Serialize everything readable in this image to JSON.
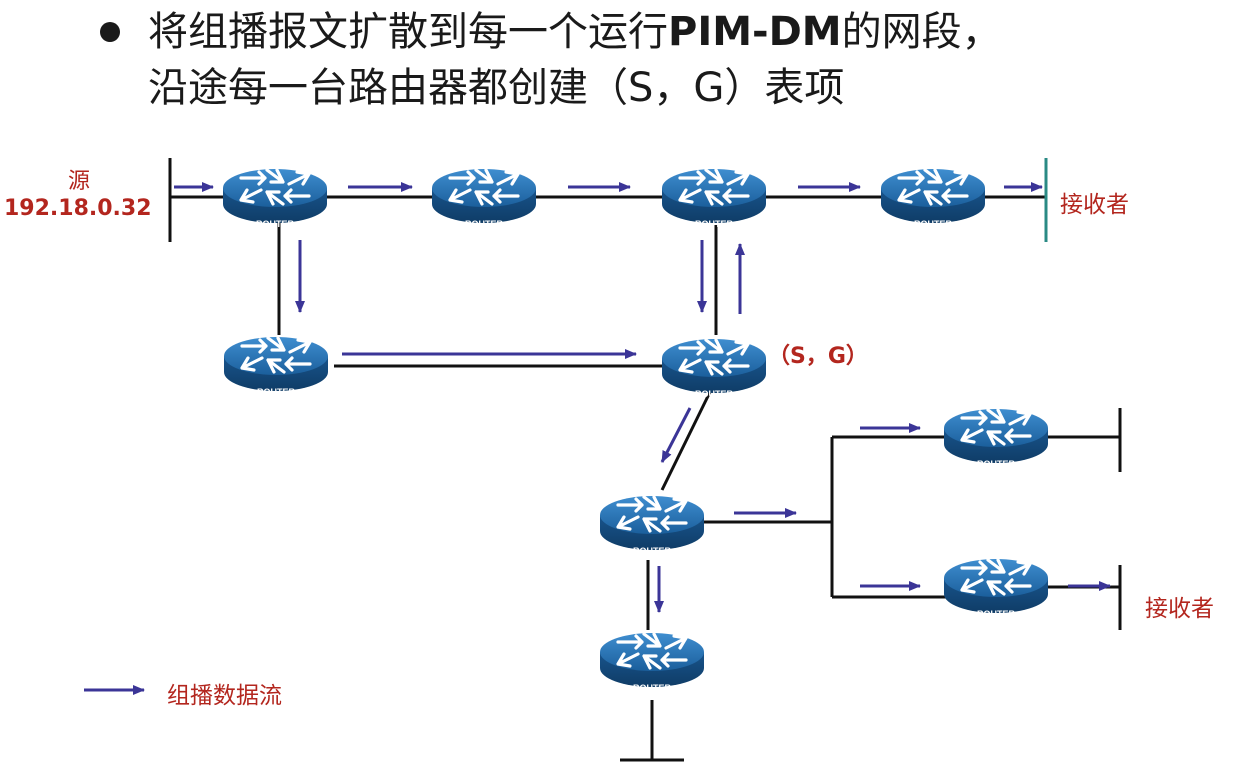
{
  "title": {
    "line1_a": "将组播报文扩散到每一个运行",
    "line1_b": "PIM-DM",
    "line1_c": "的网段，",
    "line2": "沿途每一台路由器都创建（S，G）表项"
  },
  "source": {
    "label": "源",
    "ip": "192.18.0.32"
  },
  "receiver_label": "接收者",
  "sg_label": "（S，G）",
  "router_label": "ROUTER",
  "legend": {
    "label": "组播数据流",
    "icon": "arrow-right-icon"
  },
  "colors": {
    "arrow": "#3b3597",
    "label_red": "#b3261e",
    "router_body": "#1e6aa8",
    "receiver_bar": "#2a8a84"
  }
}
